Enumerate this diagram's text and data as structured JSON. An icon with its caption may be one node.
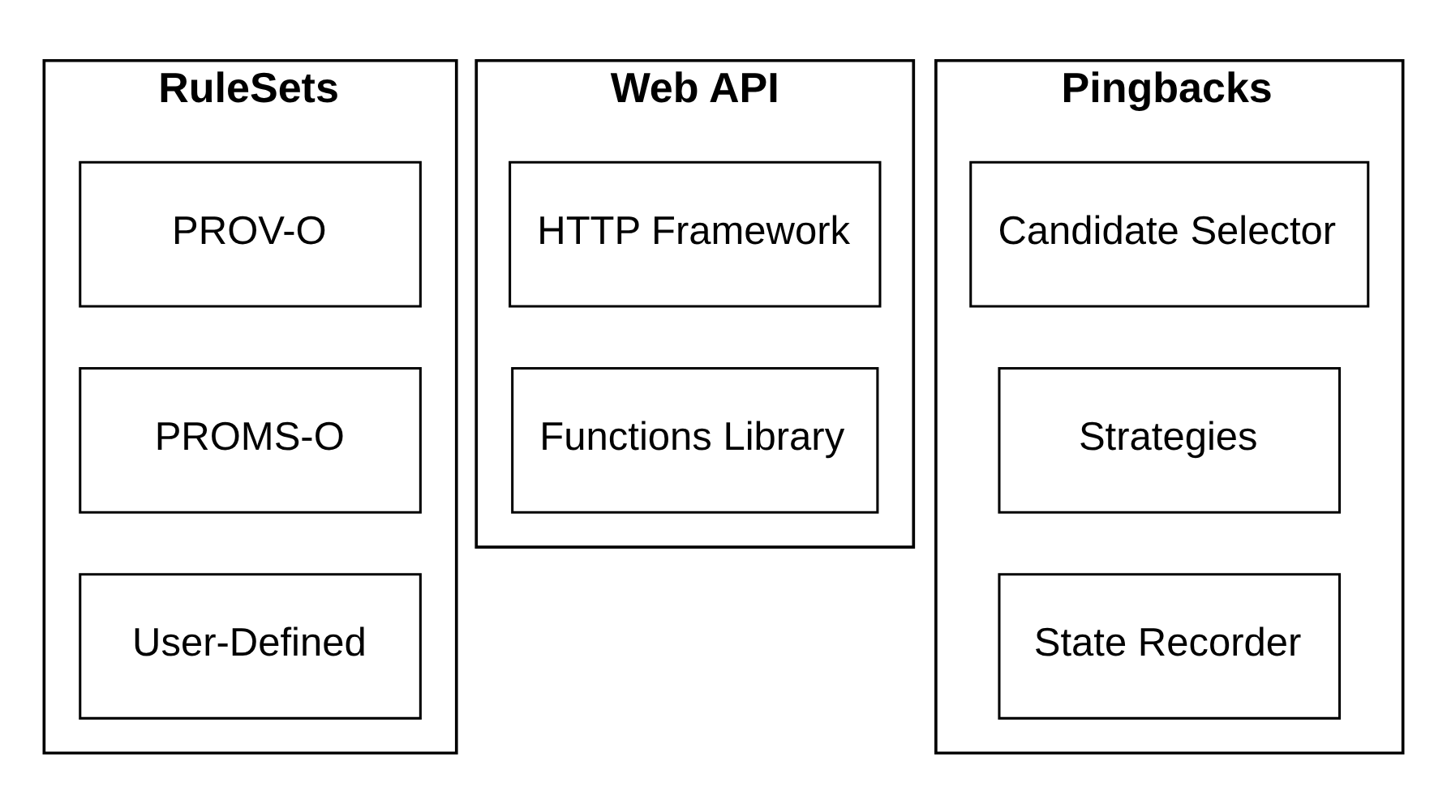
{
  "diagram": {
    "nodes": [
      {
        "text": [
          "RuleSets"
        ]
      },
      {
        "text": [
          "PROV-O"
        ],
        "in": 0
      },
      {
        "text": [
          "PROMS-O"
        ],
        "in": 0
      },
      {
        "text": [
          "User-Defined"
        ],
        "in": 0
      },
      {
        "text": [
          "Web API"
        ]
      },
      {
        "text": [
          "HTTP Framework"
        ],
        "in": 4
      },
      {
        "text": [
          "Functions Library"
        ],
        "in": 4
      },
      {
        "text": [
          "Pingbacks"
        ]
      },
      {
        "text": [
          "Candidate Selector"
        ],
        "in": 7
      },
      {
        "text": [
          "Strategies"
        ],
        "in": 7
      },
      {
        "text": [
          "State Recorder"
        ],
        "in": 7
      }
    ]
  }
}
